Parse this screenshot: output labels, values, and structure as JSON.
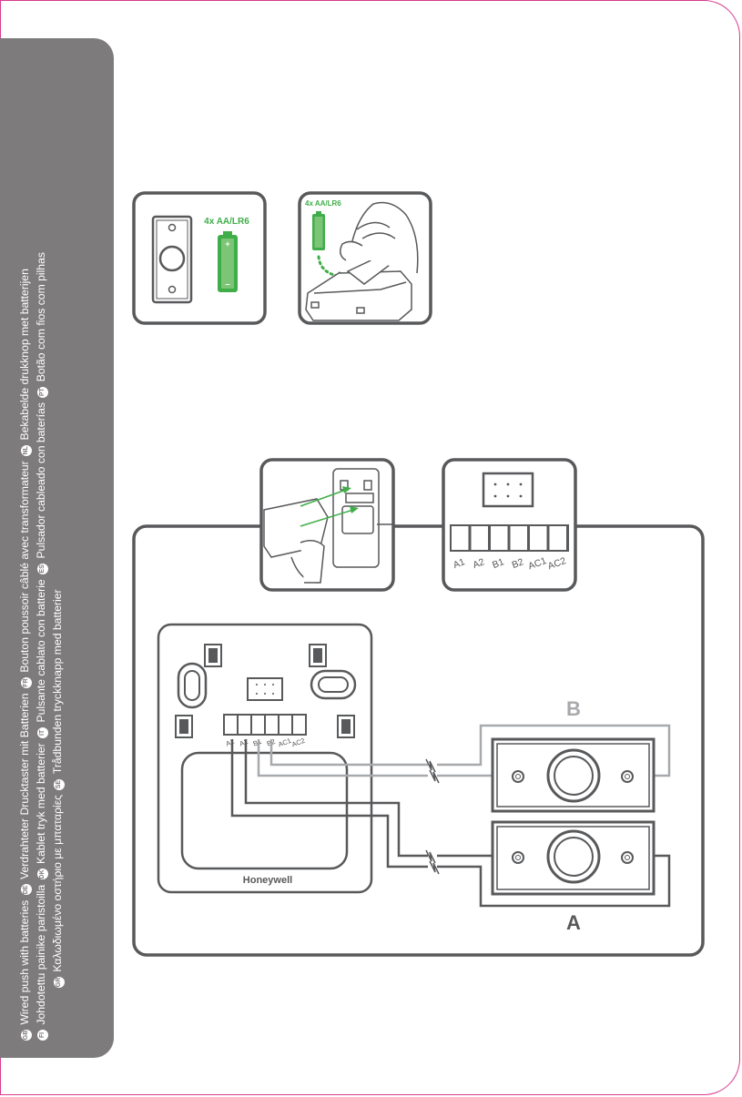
{
  "sidebar": {
    "line1": [
      {
        "flag": "GB",
        "text": "Wired push with batteries"
      },
      {
        "flag": "DE",
        "text": "Verdrahteter Drucktaster mit Batterien"
      },
      {
        "flag": "FR",
        "text": "Bouton poussoir câblé avec transformateur"
      },
      {
        "flag": "NL",
        "text": "Bekabelde drukknop met batterijen"
      }
    ],
    "line2": [
      {
        "flag": "FI",
        "text": "Johdotettu painike paristoilla"
      },
      {
        "flag": "DK",
        "text": "Kablet tryk med batterier"
      },
      {
        "flag": "IT",
        "text": "Pulsante cablato con batterie"
      },
      {
        "flag": "ES",
        "text": "Pulsador cableado con baterías"
      },
      {
        "flag": "PT",
        "text": "Botão com fios com pilhas"
      }
    ],
    "line3": [
      {
        "flag": "GR",
        "text": "Καλωδιωμένο οστήριο με μπαταρίες"
      },
      {
        "flag": "SE",
        "text": "Trådbunden tryckknapp med batterier"
      }
    ]
  },
  "battery_label": "4x AA/LR6",
  "battery_plus": "+",
  "battery_minus": "–",
  "terminals": [
    "A1",
    "A2",
    "B1",
    "B2",
    "AC1",
    "AC2"
  ],
  "brand": "Honeywell",
  "label_a": "A",
  "label_b": "B",
  "colors": {
    "accent_green": "#3fae49",
    "line_dark": "#58595b",
    "line_light": "#a7a9ac"
  }
}
